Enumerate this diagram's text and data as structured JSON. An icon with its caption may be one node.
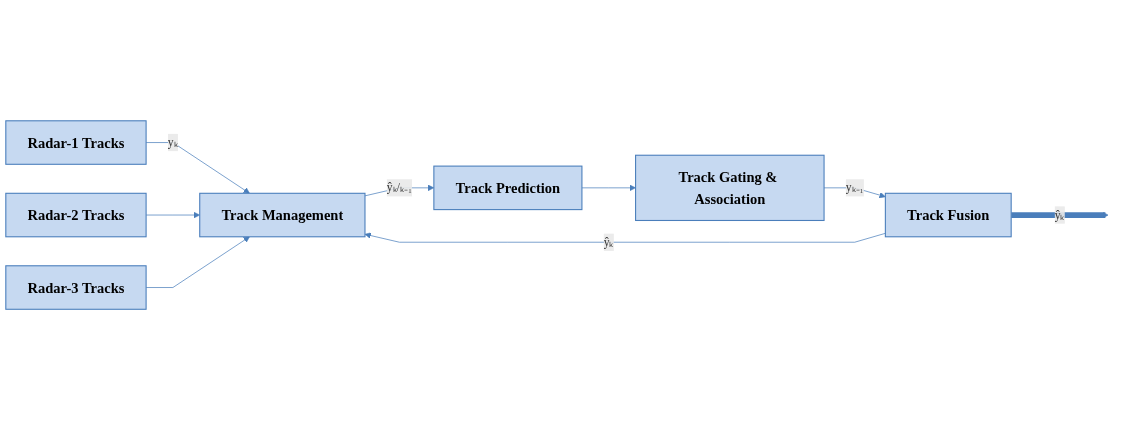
{
  "diagram": {
    "nodes": [
      {
        "text": [
          "Radar-1 Tracks"
        ]
      },
      {
        "text": [
          "Radar-2 Tracks"
        ]
      },
      {
        "text": [
          "Radar-3 Tracks"
        ]
      },
      {
        "text": [
          "Track Management"
        ]
      },
      {
        "text": [
          "Track Prediction"
        ]
      },
      {
        "text": [
          "Track Gating & Association"
        ]
      },
      {
        "text": [
          "Track Fusion"
        ]
      }
    ],
    "edges": [
      {
        "from": 0,
        "to": 3,
        "arrow": "to",
        "label": "yₖ"
      },
      {
        "from": 1,
        "to": 3,
        "arrow": "to"
      },
      {
        "from": 2,
        "to": 3,
        "arrow": "to"
      },
      {
        "from": 3,
        "to": 4,
        "arrow": "to",
        "label": "ŷₖ/ₖ₋₁"
      },
      {
        "from": 4,
        "to": 5,
        "arrow": "to"
      },
      {
        "from": 5,
        "to": 6,
        "arrow": "to",
        "label": "yₖ₋₁"
      },
      {
        "from": 6,
        "to": 3,
        "arrow": "to",
        "label": "ŷₖ"
      },
      {
        "from": 6,
        "to": null,
        "arrow": "to",
        "label": "ŷₖ",
        "style": "thick"
      }
    ]
  }
}
